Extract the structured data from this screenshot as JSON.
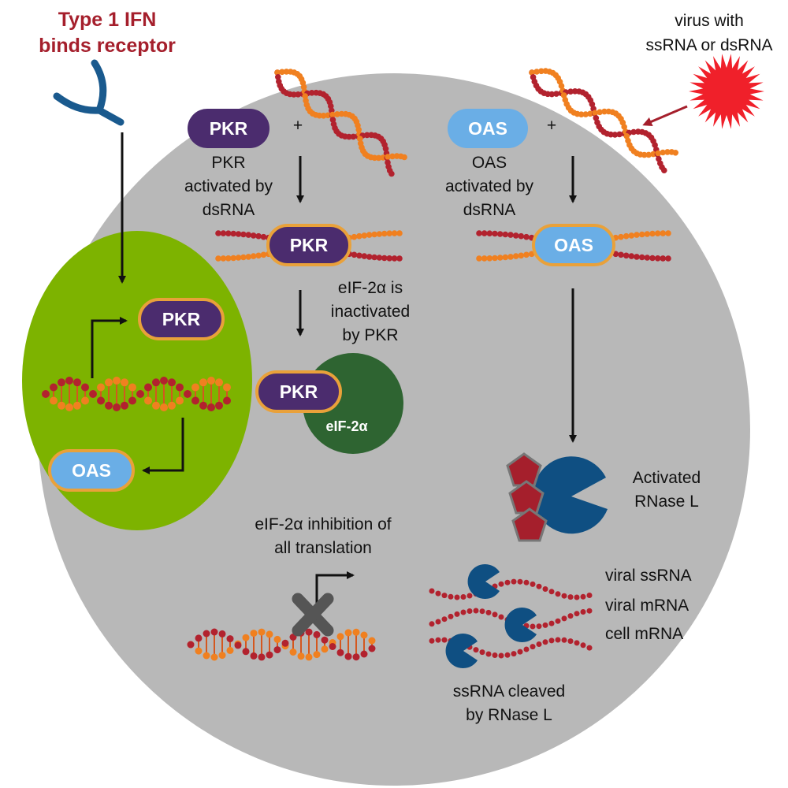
{
  "title": {
    "line1": "Type 1 IFN",
    "line2": "binds receptor"
  },
  "virus": {
    "line1": "virus with",
    "line2": "ssRNA or dsRNA"
  },
  "molecules": {
    "pkr": "PKR",
    "oas": "OAS",
    "eif": "eIF-2α",
    "plus": "+"
  },
  "labels": {
    "pkr_activated": [
      "PKR",
      "activated by",
      "dsRNA"
    ],
    "oas_activated": [
      "OAS",
      "activated by",
      "dsRNA"
    ],
    "eif_inactivated": [
      "eIF-2α is",
      "inactivated",
      "by PKR"
    ],
    "translation_inhibition": [
      "eIF-2α inhibition of",
      "all translation"
    ],
    "rnase_activated": [
      "Activated",
      "RNase L"
    ],
    "rna_types": [
      "viral ssRNA",
      "viral mRNA",
      "cell mRNA"
    ],
    "cleaved": [
      "ssRNA cleaved",
      "by RNase L"
    ]
  },
  "colors": {
    "cell": "#b8b8b8",
    "nucleus": "#7db300",
    "pkr": "#4b2c6e",
    "oas": "#6aaee6",
    "outline": "#e9a13a",
    "eif": "#2e6431",
    "rnase": "#0f4f82",
    "rna_red": "#b2222e",
    "rna_orange": "#f08020",
    "virus": "#f0202a",
    "title": "#a51f2c",
    "receptor": "#1a5a8e"
  }
}
